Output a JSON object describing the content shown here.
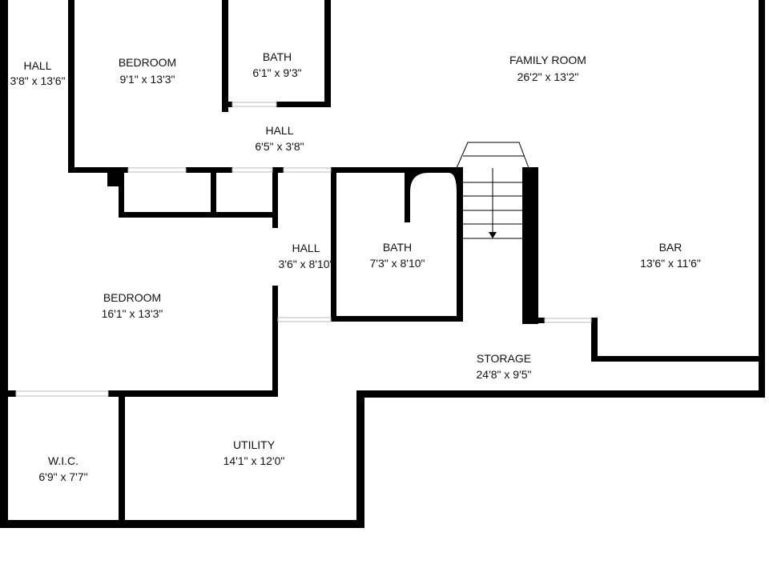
{
  "floorplan": {
    "rooms": [
      {
        "name": "HALL",
        "dims": "3'8\" x 13'6\""
      },
      {
        "name": "BEDROOM",
        "dims": "9'1\" x 13'3\""
      },
      {
        "name": "BATH",
        "dims": "6'1\" x 9'3\""
      },
      {
        "name": "FAMILY ROOM",
        "dims": "26'2\" x 13'2\""
      },
      {
        "name": "HALL",
        "dims": "6'5\" x 3'8\""
      },
      {
        "name": "HALL",
        "dims": "3'6\" x 8'10\""
      },
      {
        "name": "BATH",
        "dims": "7'3\" x 8'10\""
      },
      {
        "name": "BAR",
        "dims": "13'6\" x 11'6\""
      },
      {
        "name": "BEDROOM",
        "dims": "16'1\" x 13'3\""
      },
      {
        "name": "STORAGE",
        "dims": "24'8\" x 9'5\""
      },
      {
        "name": "W.I.C.",
        "dims": "6'9\" x 7'7\""
      },
      {
        "name": "UTILITY",
        "dims": "14'1\" x 12'0\""
      }
    ]
  }
}
